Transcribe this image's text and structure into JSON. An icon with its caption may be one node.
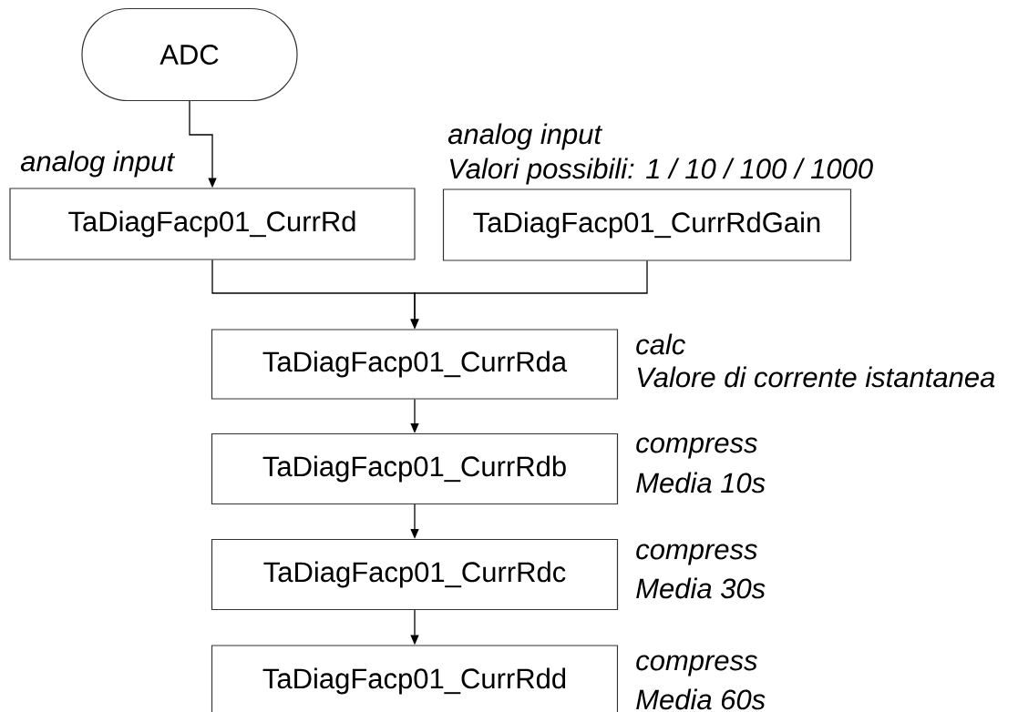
{
  "diagram": {
    "nodes": [
      {
        "text": [
          "ADC"
        ]
      },
      {
        "text": [
          "TaDiagFacp01_CurrRd"
        ],
        "beside": [
          "analog input"
        ]
      },
      {
        "text": [
          "TaDiagFacp01_CurrRdGain"
        ],
        "beside": [
          "analog input",
          "Valori possibili: 1 / 10 / 100 / 1000"
        ]
      },
      {
        "text": [
          "TaDiagFacp01_CurrRda"
        ],
        "beside": [
          "calc",
          "Valore di corrente istantanea"
        ]
      },
      {
        "text": [
          "TaDiagFacp01_CurrRdb"
        ],
        "beside": [
          "compress",
          "Media 10s"
        ]
      },
      {
        "text": [
          "TaDiagFacp01_CurrRdc"
        ],
        "beside": [
          "compress",
          "Media 30s"
        ]
      },
      {
        "text": [
          "TaDiagFacp01_CurrRdd"
        ],
        "beside": [
          "compress",
          "Media 60s"
        ]
      }
    ],
    "edges": [
      {
        "from": 0,
        "to": 1,
        "arrow": "to"
      },
      {
        "from": 1,
        "to": 3,
        "arrow": "to"
      },
      {
        "from": 2,
        "to": 3,
        "arrow": "to"
      },
      {
        "from": 3,
        "to": 4,
        "arrow": "to"
      },
      {
        "from": 4,
        "to": 5,
        "arrow": "to"
      },
      {
        "from": 5,
        "to": 6,
        "arrow": "to"
      }
    ]
  }
}
